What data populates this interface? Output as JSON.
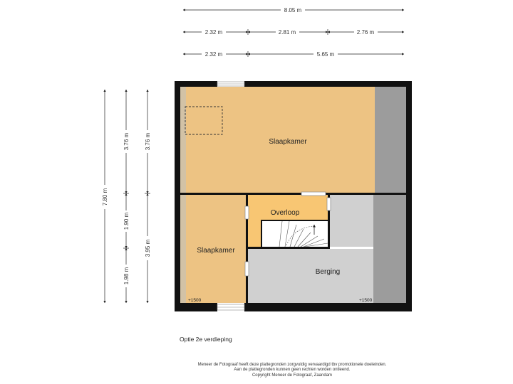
{
  "dimensions": {
    "total_width": "8.05 m",
    "top_row": [
      "2.32 m",
      "2.81 m",
      "2.76 m"
    ],
    "middle_row": [
      "2.32 m",
      "5.65 m"
    ],
    "left_total": "7.80 m",
    "left_mid": [
      "3.76 m",
      "1.90 m",
      "1.98 m"
    ],
    "left_inner": [
      "3.76 m",
      "3.95 m"
    ]
  },
  "rooms": {
    "slaapkamer_top": "Slaapkamer",
    "overloop": "Overloop",
    "slaapkamer_left": "Slaapkamer",
    "berging": "Berging"
  },
  "levels": {
    "left": "+1500",
    "right": "+1500"
  },
  "caption": "Optie 2e verdieping",
  "footer": [
    "Meneer de Fotograaf heeft deze plattegronden zorgvuldig vervaardigd tbv promotionele doeleinden.",
    "Aan de plattegronden kunnen geen rechten worden ontleend.",
    "Copyright Meneer de Fotograaf, Zaandam"
  ],
  "colors": {
    "wall": "#111111",
    "bedroom_floor": "#edc383",
    "landing_floor": "#f8c673",
    "storage_floor": "#d0d0d0",
    "low_ceiling": "#9c9c9c"
  }
}
